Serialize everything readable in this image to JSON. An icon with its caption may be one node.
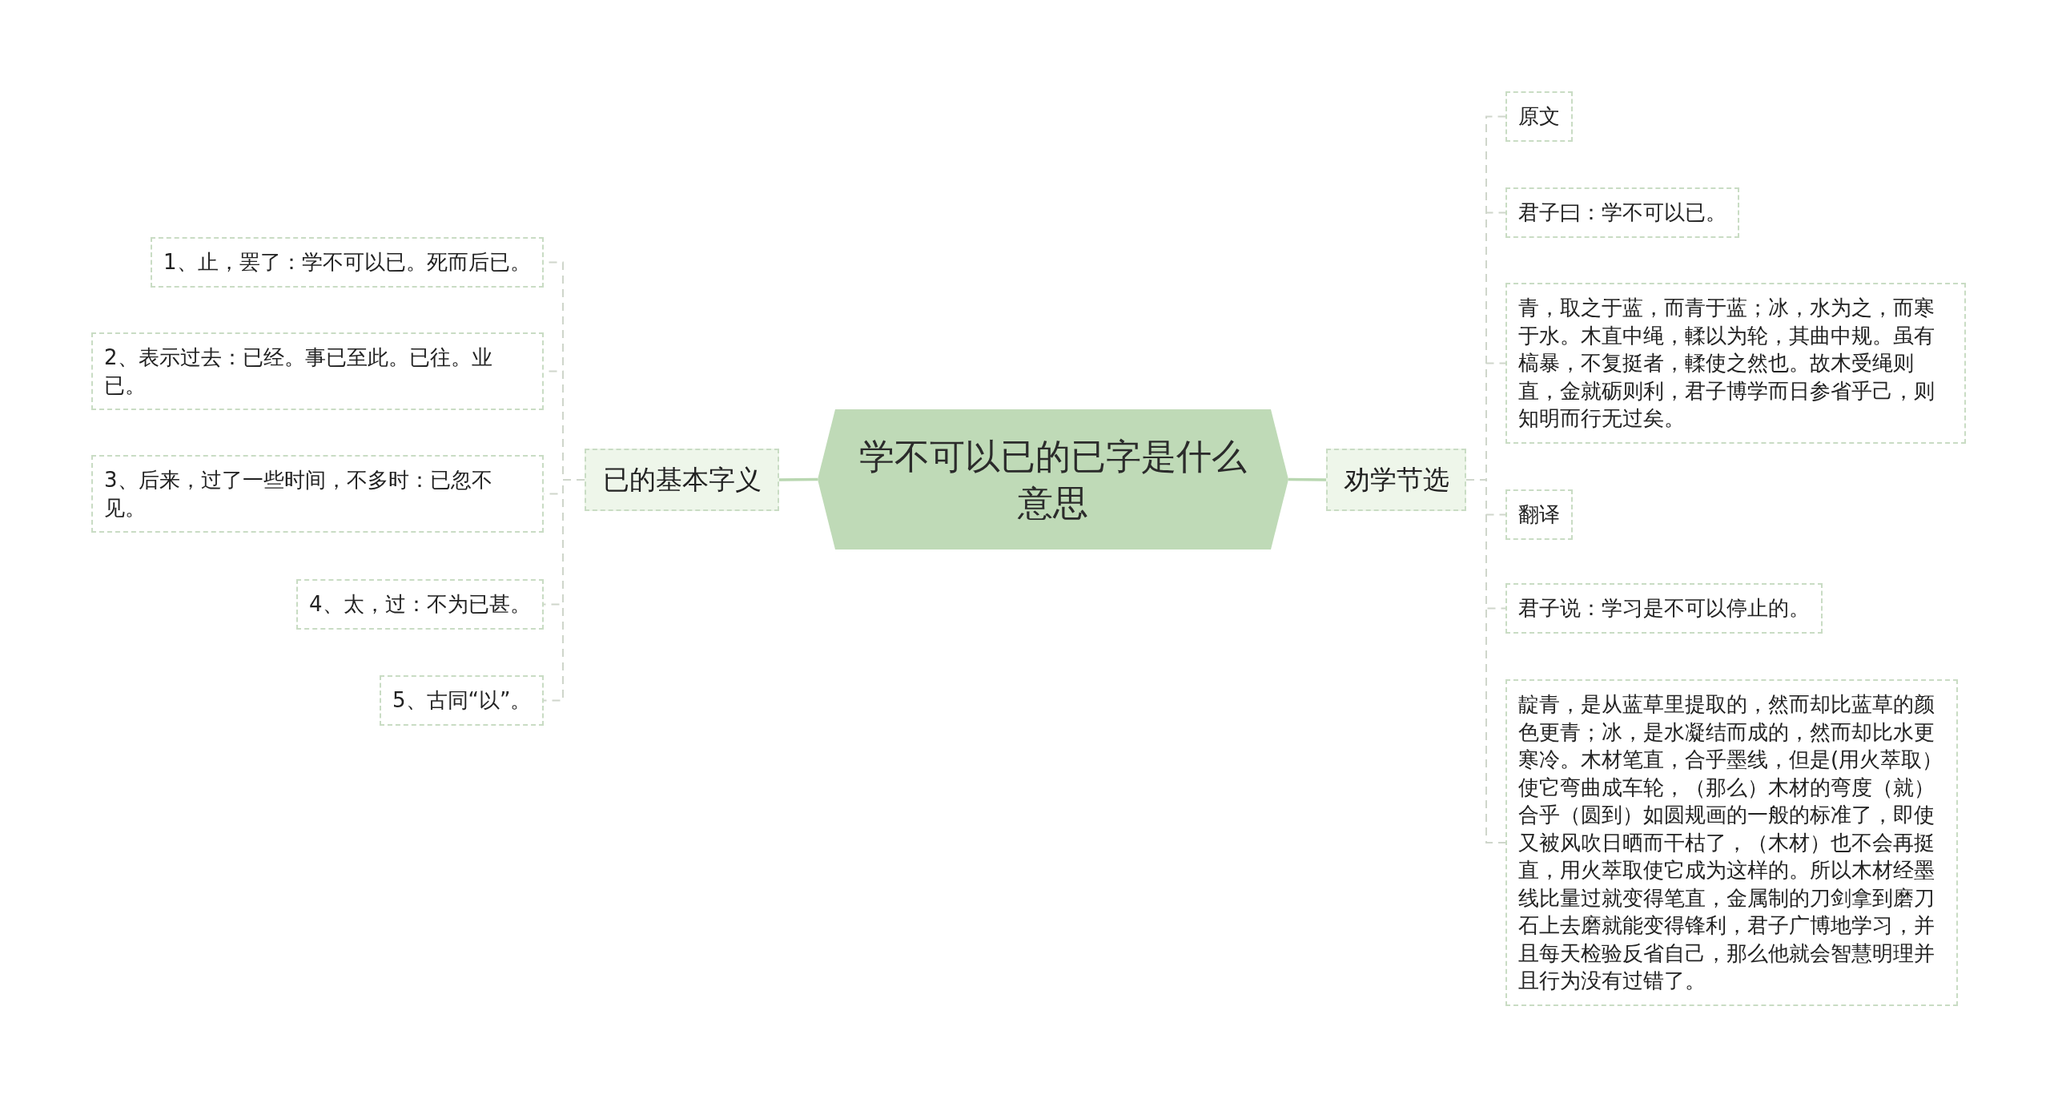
{
  "diagram": {
    "nodes": [
      {
        "text": [
          "学不可以已的已字是什么意思"
        ]
      },
      {
        "text": [
          "已的基本字义"
        ]
      },
      {
        "text": [
          "1、止，罢了：学不可以已。死而后已。"
        ]
      },
      {
        "text": [
          "2、表示过去：已经。事已至此。已往。业已。"
        ]
      },
      {
        "text": [
          "3、后来，过了一些时间，不多时：已忽不见。"
        ]
      },
      {
        "text": [
          "4、太，过：不为已甚。"
        ]
      },
      {
        "text": [
          "5、古同“以”。"
        ]
      },
      {
        "text": [
          "劝学节选"
        ]
      },
      {
        "text": [
          "原文"
        ]
      },
      {
        "text": [
          "君子曰：学不可以已。"
        ]
      },
      {
        "text": [
          "青，取之于蓝，而青于蓝；冰，水为之，而寒于水。木直中绳，輮以为轮，其曲中规。虽有槁暴，不复挺者，輮使之然也。故木受绳则直，金就砺则利，君子博学而日参省乎己，则知明而行无过矣。"
        ]
      },
      {
        "text": [
          "翻译"
        ]
      },
      {
        "text": [
          "君子说：学习是不可以停止的。"
        ]
      },
      {
        "text": [
          "靛青，是从蓝草里提取的，然而却比蓝草的颜色更青；冰，是水凝结而成的，然而却比水更寒冷。木材笔直，合乎墨线，但是(用火萃取）使它弯曲成车轮，（那么）木材的弯度（就）合乎（圆到）如圆规画的一般的标准了，即使又被风吹日晒而干枯了，（木材）也不会再挺直，用火萃取使它成为这样的。所以木材经墨线比量过就变得笔直，金属制的刀剑拿到磨刀石上去磨就能变得锋利，君子广博地学习，并且每天检验反省自己，那么他就会智慧明理并且行为没有过错了。"
        ]
      }
    ],
    "edges": [
      {
        "from": 0,
        "to": 1,
        "arrow": "none",
        "color": "#b9d7b1"
      },
      {
        "from": 1,
        "to": 2,
        "arrow": "none",
        "style": "dashed"
      },
      {
        "from": 1,
        "to": 3,
        "arrow": "none",
        "style": "dashed"
      },
      {
        "from": 1,
        "to": 4,
        "arrow": "none",
        "style": "dashed"
      },
      {
        "from": 1,
        "to": 5,
        "arrow": "none",
        "style": "dashed"
      },
      {
        "from": 1,
        "to": 6,
        "arrow": "none",
        "style": "dashed"
      },
      {
        "from": 0,
        "to": 7,
        "arrow": "none",
        "color": "#b9d7b1"
      },
      {
        "from": 7,
        "to": 8,
        "arrow": "none",
        "style": "dashed"
      },
      {
        "from": 7,
        "to": 9,
        "arrow": "none",
        "style": "dashed"
      },
      {
        "from": 7,
        "to": 10,
        "arrow": "none",
        "style": "dashed"
      },
      {
        "from": 7,
        "to": 11,
        "arrow": "none",
        "style": "dashed"
      },
      {
        "from": 7,
        "to": 12,
        "arrow": "none",
        "style": "dashed"
      },
      {
        "from": 7,
        "to": 13,
        "arrow": "none",
        "style": "dashed"
      }
    ]
  }
}
